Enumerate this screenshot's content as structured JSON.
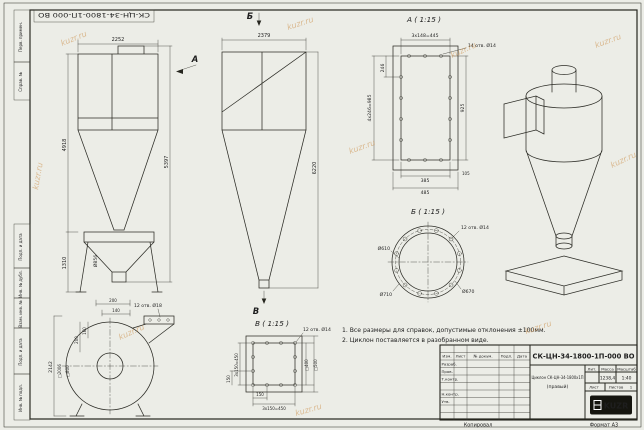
{
  "watermark": "kuzr.ru",
  "frame": {
    "corner_designation": "СК-ЦН-34-1800-1П-000 ВО",
    "margin_labels": {
      "perv_primen": "Перв. примен.",
      "sprav_no": "Справ. №",
      "podp_data_1": "Подп. и дата",
      "inv_dubl": "Инв. № дубл.",
      "vzam_inv": "Взам. инв. №",
      "podp_data_2": "Подп. и дата",
      "inv_podl": "Инв. № подл."
    }
  },
  "views": {
    "front": {
      "view_arrow": "А",
      "dim_top_width": "2252",
      "dim_body_height": "4918",
      "dim_total_height": "5397",
      "dim_support_height": "1310",
      "dim_outlet": "Ø856"
    },
    "side": {
      "label_top": "Б",
      "label_bottom": "В",
      "dim_top_width": "2379",
      "dim_total_height": "6220"
    },
    "detail_a": {
      "title": "А ( 1:15 )",
      "dim_hole_pitch_top": "3х148=445",
      "holes_note": "14 отв. Ø14",
      "dim_hole_pitch_left": "246",
      "dim_left_total": "4х246=985",
      "dim_right": "925",
      "dim_bottom_inner": "385",
      "dim_bottom_outer": "485",
      "dim_corner": "105"
    },
    "detail_b": {
      "title": "Б ( 1:15 )",
      "holes_note": "12 отв. Ø14",
      "dia_inner": "Ø610",
      "dia_outer": "Ø710",
      "dia_bolt_circle": "Ø670"
    },
    "detail_v": {
      "title": "В ( 1:15 )",
      "holes_note": "12 отв. Ø14",
      "dim_pitch": "150",
      "dim_total": "3х150=450",
      "dim_pitch_bottom": "150",
      "dim_total_bottom": "3х150=450",
      "dim_square_inner": "□400",
      "dim_square_outer": "□500"
    },
    "fan_scroll": {
      "dim_200": "200",
      "dim_140": "140",
      "dim_160": "160",
      "dim_200_b": "200",
      "holes_note": "12 отв. Ø18",
      "dim_height": "2142",
      "dim_square_outer": "□2006",
      "dim_square_inner": "□800"
    }
  },
  "notes": {
    "line_1": "1. Все размеры для справок, допустимые отклонения ±100мм.",
    "line_2": "2. Циклон поставляется в разобранном виде."
  },
  "title_block": {
    "designation": "СК-ЦН-34-1800-1П-000 ВО",
    "product_name": "Циклон СК-ЦН-34-1800х1П",
    "product_name_2": "(правый)",
    "columns": {
      "izm": "Изм.",
      "list": "Лист",
      "doc": "№ докум.",
      "podp": "Подп.",
      "data": "Дата"
    },
    "rows": {
      "razrab": "Разраб.",
      "prov": "Пров.",
      "t_kontr": "Т.контр.",
      "n_kontr": "Н.контр.",
      "utv": "Утв."
    },
    "lit_label": "Лит.",
    "mass_label": "Масса",
    "scale_label": "Масштаб",
    "mass_value": "1238,4",
    "scale_value": "1:40",
    "sheet_label": "Лист",
    "sheets_label": "Листов",
    "sheets_value": "1",
    "logo_text": "KUZR",
    "kopiroval": "Копировал",
    "format_label": "Формат А3"
  }
}
